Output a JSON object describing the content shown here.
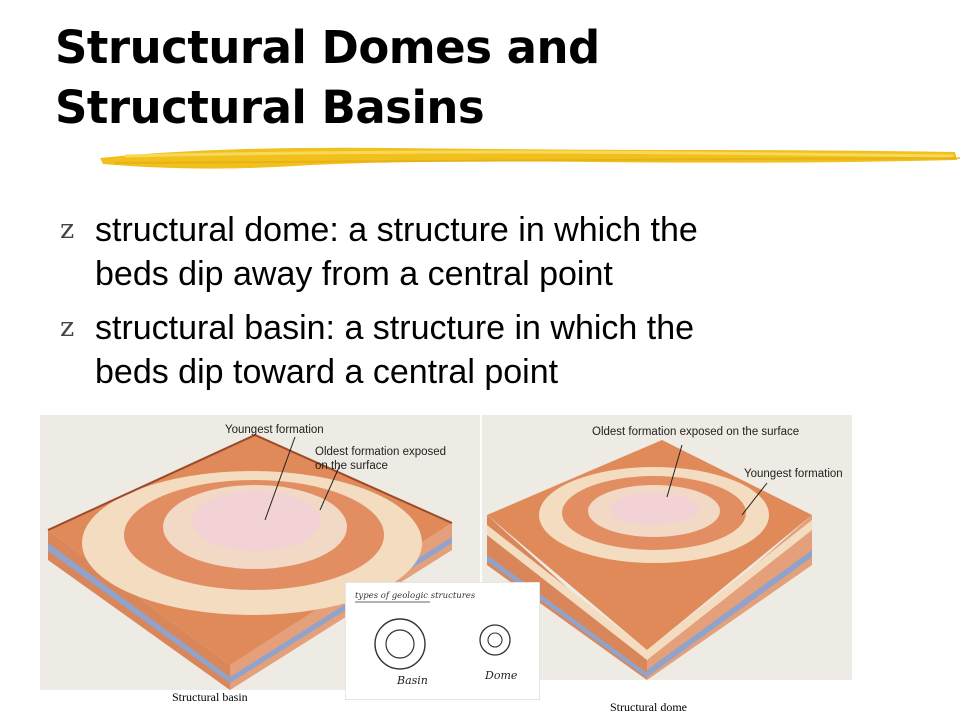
{
  "slide": {
    "title_line1": "Structural Domes and",
    "title_line2": "Structural Basins",
    "bullets": [
      {
        "line1": "structural dome: a structure in which the",
        "line2": "beds dip away from a central point"
      },
      {
        "line1": "structural basin: a structure in which the",
        "line2": "beds dip toward a central point"
      }
    ],
    "bullet_glyph": "z"
  },
  "figures": {
    "basin": {
      "label_youngest": "Youngest formation",
      "label_oldest_1": "Oldest formation exposed",
      "label_oldest_2": "on the surface",
      "caption": "Structural basin"
    },
    "dome": {
      "label_oldest": "Oldest formation exposed on the surface",
      "label_youngest": "Youngest formation",
      "caption": "Structural dome"
    },
    "sketch": {
      "heading": "types of geologic structures",
      "basin_word": "Basin",
      "dome_word": "Dome"
    }
  },
  "colors": {
    "accent_stroke": "#f2c01c",
    "bed_orange": "#e08a5a",
    "bed_cream": "#f3dcc0",
    "bed_pink": "#f2d2d4",
    "bed_blue": "#8fa3cc"
  }
}
